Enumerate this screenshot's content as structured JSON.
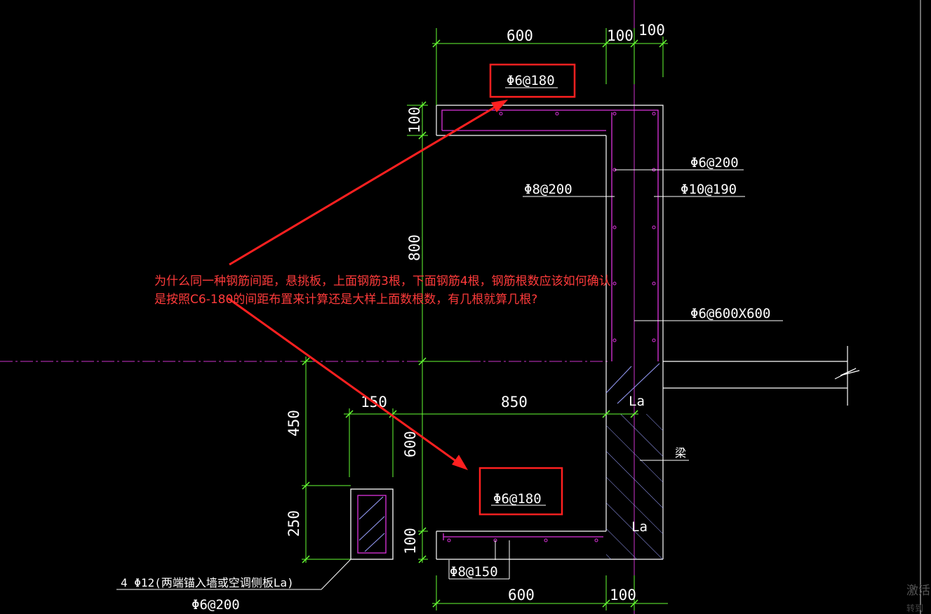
{
  "colors": {
    "background": "#000000",
    "outline": "#ffffff",
    "dimension": "#66ff33",
    "rebar": "#dd33dd",
    "highlight": "#ff2020",
    "axis": "#cc33cc"
  },
  "dimensions": {
    "top_600": "600",
    "top_100a": "100",
    "top_100b": "100",
    "left_100_top": "100",
    "left_800": "800",
    "left_450": "450",
    "left_250": "250",
    "left_100_bottom": "100",
    "inner_150": "150",
    "inner_850": "850",
    "inner_600": "600",
    "bottom_600": "600",
    "bottom_100": "100"
  },
  "rebar_labels": {
    "top_highlight": "Φ6@180",
    "bottom_highlight": "Φ6@180",
    "right_phi6_200": "Φ6@200",
    "phi8_200": "Φ8@200",
    "phi10_190": "Φ10@190",
    "phi6_600x600": "Φ6@600X600",
    "phi8_150": "Φ8@150",
    "section_phi6_200": "Φ6@200",
    "section_note": "4 Φ12(两端锚入墙或空调侧板La)"
  },
  "anchor_labels": {
    "la_upper": "La",
    "la_lower": "La"
  },
  "beam_label": "梁",
  "question": {
    "line1": "为什么同一种钢筋间距，悬挑板，上面钢筋3根，下面钢筋4根，钢筋根数应该如何确认",
    "line2": "是按照C6-180的间距布置来计算还是大样上面数根数，有几根就算几根?"
  },
  "watermark": {
    "line1": "激活",
    "line2": "转到"
  }
}
